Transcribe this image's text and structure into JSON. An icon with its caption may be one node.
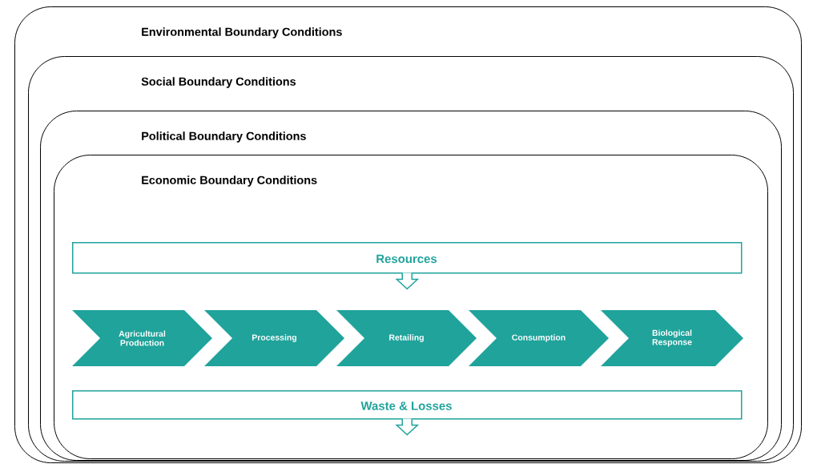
{
  "diagram": {
    "nodes": [
      {
        "text": [
          "Environmental Boundary Conditions"
        ]
      },
      {
        "text": [
          "Social Boundary Conditions"
        ],
        "in": 0
      },
      {
        "text": [
          "Political Boundary Conditions"
        ],
        "in": 1
      },
      {
        "text": [
          "Economic Boundary Conditions"
        ],
        "in": 2
      },
      {
        "text": [
          "Resources"
        ],
        "in": 3
      },
      {
        "text": [
          "Agricultural Production"
        ],
        "in": 3
      },
      {
        "text": [
          "Processing"
        ],
        "in": 3
      },
      {
        "text": [
          "Retailing"
        ],
        "in": 3
      },
      {
        "text": [
          "Consumption"
        ],
        "in": 3
      },
      {
        "text": [
          "Biological Response"
        ],
        "in": 3
      },
      {
        "text": [
          "Waste & Losses"
        ],
        "in": 3
      }
    ],
    "edges": [
      {
        "from": 4,
        "to": null,
        "arrow": "to"
      },
      {
        "from": 10,
        "to": null,
        "arrow": "to"
      }
    ]
  }
}
